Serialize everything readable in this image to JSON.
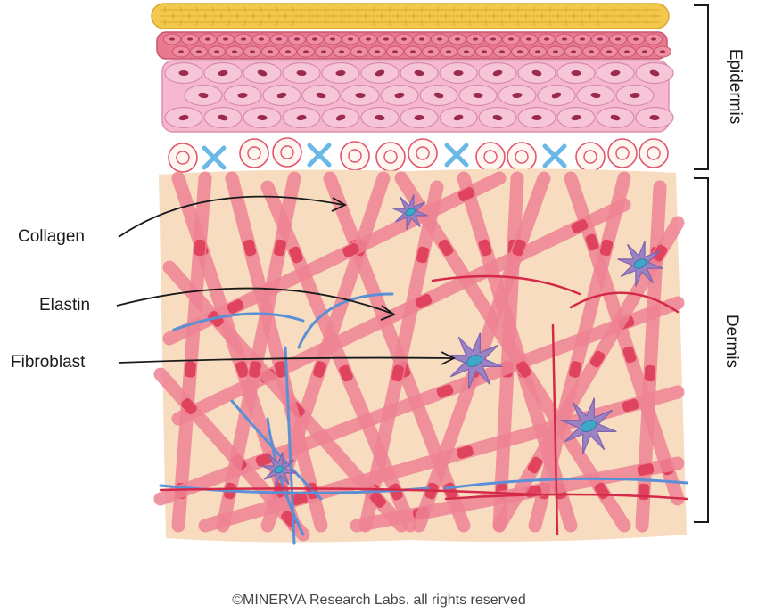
{
  "labels": {
    "collagen": "Collagen",
    "elastin": "Elastin",
    "fibroblast": "Fibroblast"
  },
  "layers": {
    "epidermis": "Epidermis",
    "dermis": "Dermis"
  },
  "copyright": "©MINERVA Research Labs. all rights reserved",
  "colors": {
    "stratum_corneum": "#f2c94c",
    "spinous_dark": "#e8798f",
    "spinous_light": "#f5b8cf",
    "nucleus": "#9b2a4c",
    "dermis_bg": "#f8dcc0",
    "collagen": "#ee8394",
    "collagen_band": "#e0435e",
    "elastin_blue": "#5b8fd6",
    "elastin_red": "#d42a4a",
    "fibroblast": "#9b82c4",
    "fibroblast_nucleus": "#3fa7c9",
    "basal_cross": "#6ab8e6"
  }
}
